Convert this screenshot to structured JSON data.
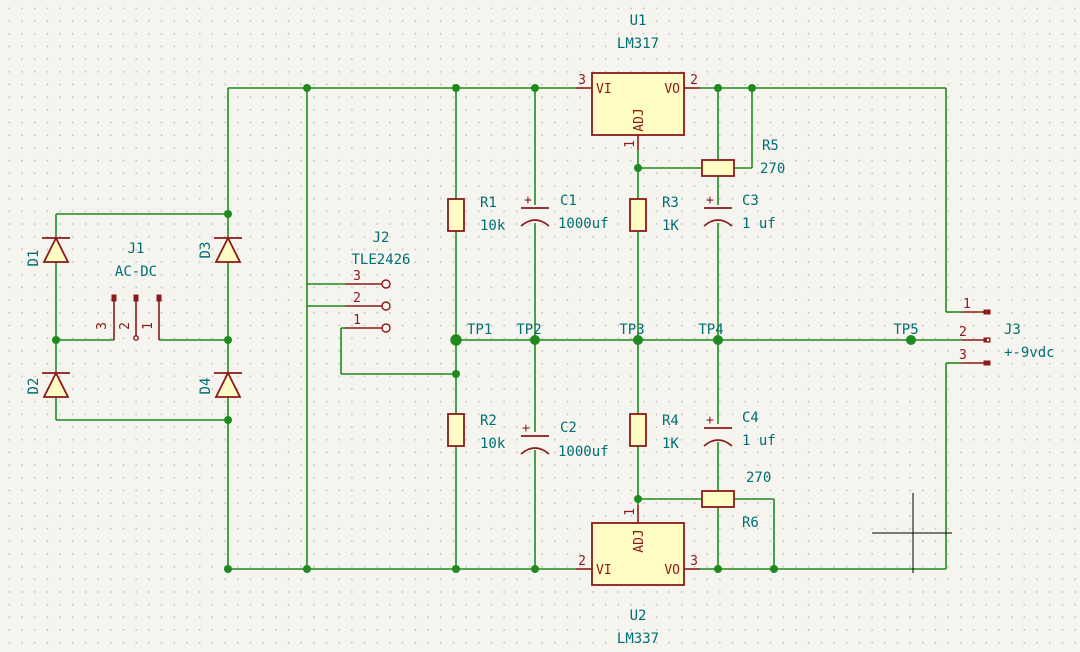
{
  "components": {
    "u1": {
      "ref": "U1",
      "value": "LM317",
      "pin_vi": "VI",
      "pin_vo": "VO",
      "pin_adj": "ADJ",
      "pin1": "1",
      "pin2": "2",
      "pin3": "3"
    },
    "u2": {
      "ref": "U2",
      "value": "LM337",
      "pin_vi": "VI",
      "pin_vo": "VO",
      "pin_adj": "ADJ",
      "pin1": "1",
      "pin2": "2",
      "pin3": "3"
    },
    "r1": {
      "ref": "R1",
      "value": "10k"
    },
    "r2": {
      "ref": "R2",
      "value": "10k"
    },
    "r3": {
      "ref": "R3",
      "value": "1K"
    },
    "r4": {
      "ref": "R4",
      "value": "1K"
    },
    "r5": {
      "ref": "R5",
      "value": "270"
    },
    "r6": {
      "ref": "R6",
      "value": "270"
    },
    "c1": {
      "ref": "C1",
      "value": "1000uf",
      "plus": "+"
    },
    "c2": {
      "ref": "C2",
      "value": "1000uf",
      "plus": "+"
    },
    "c3": {
      "ref": "C3",
      "value": "1 uf",
      "plus": "+"
    },
    "c4": {
      "ref": "C4",
      "value": "1 uf",
      "plus": "+"
    },
    "d1": {
      "ref": "D1"
    },
    "d2": {
      "ref": "D2"
    },
    "d3": {
      "ref": "D3"
    },
    "d4": {
      "ref": "D4"
    },
    "j1": {
      "ref": "J1",
      "value": "AC-DC",
      "pin1": "1",
      "pin2": "2",
      "pin3": "3"
    },
    "j2": {
      "ref": "J2",
      "value": "TLE2426",
      "pin1": "1",
      "pin2": "2",
      "pin3": "3"
    },
    "j3": {
      "ref": "J3",
      "value": "+-9vdc",
      "pin1": "1",
      "pin2": "2",
      "pin3": "3"
    }
  },
  "test_points": {
    "tp1": "TP1",
    "tp2": "TP2",
    "tp3": "TP3",
    "tp4": "TP4",
    "tp5": "TP5"
  },
  "colors": {
    "wire": "#1f8a1f",
    "component": "#8b1a1a",
    "component_fill": "#fffcc4",
    "label": "#006e72",
    "background": "#f5f4ef"
  }
}
